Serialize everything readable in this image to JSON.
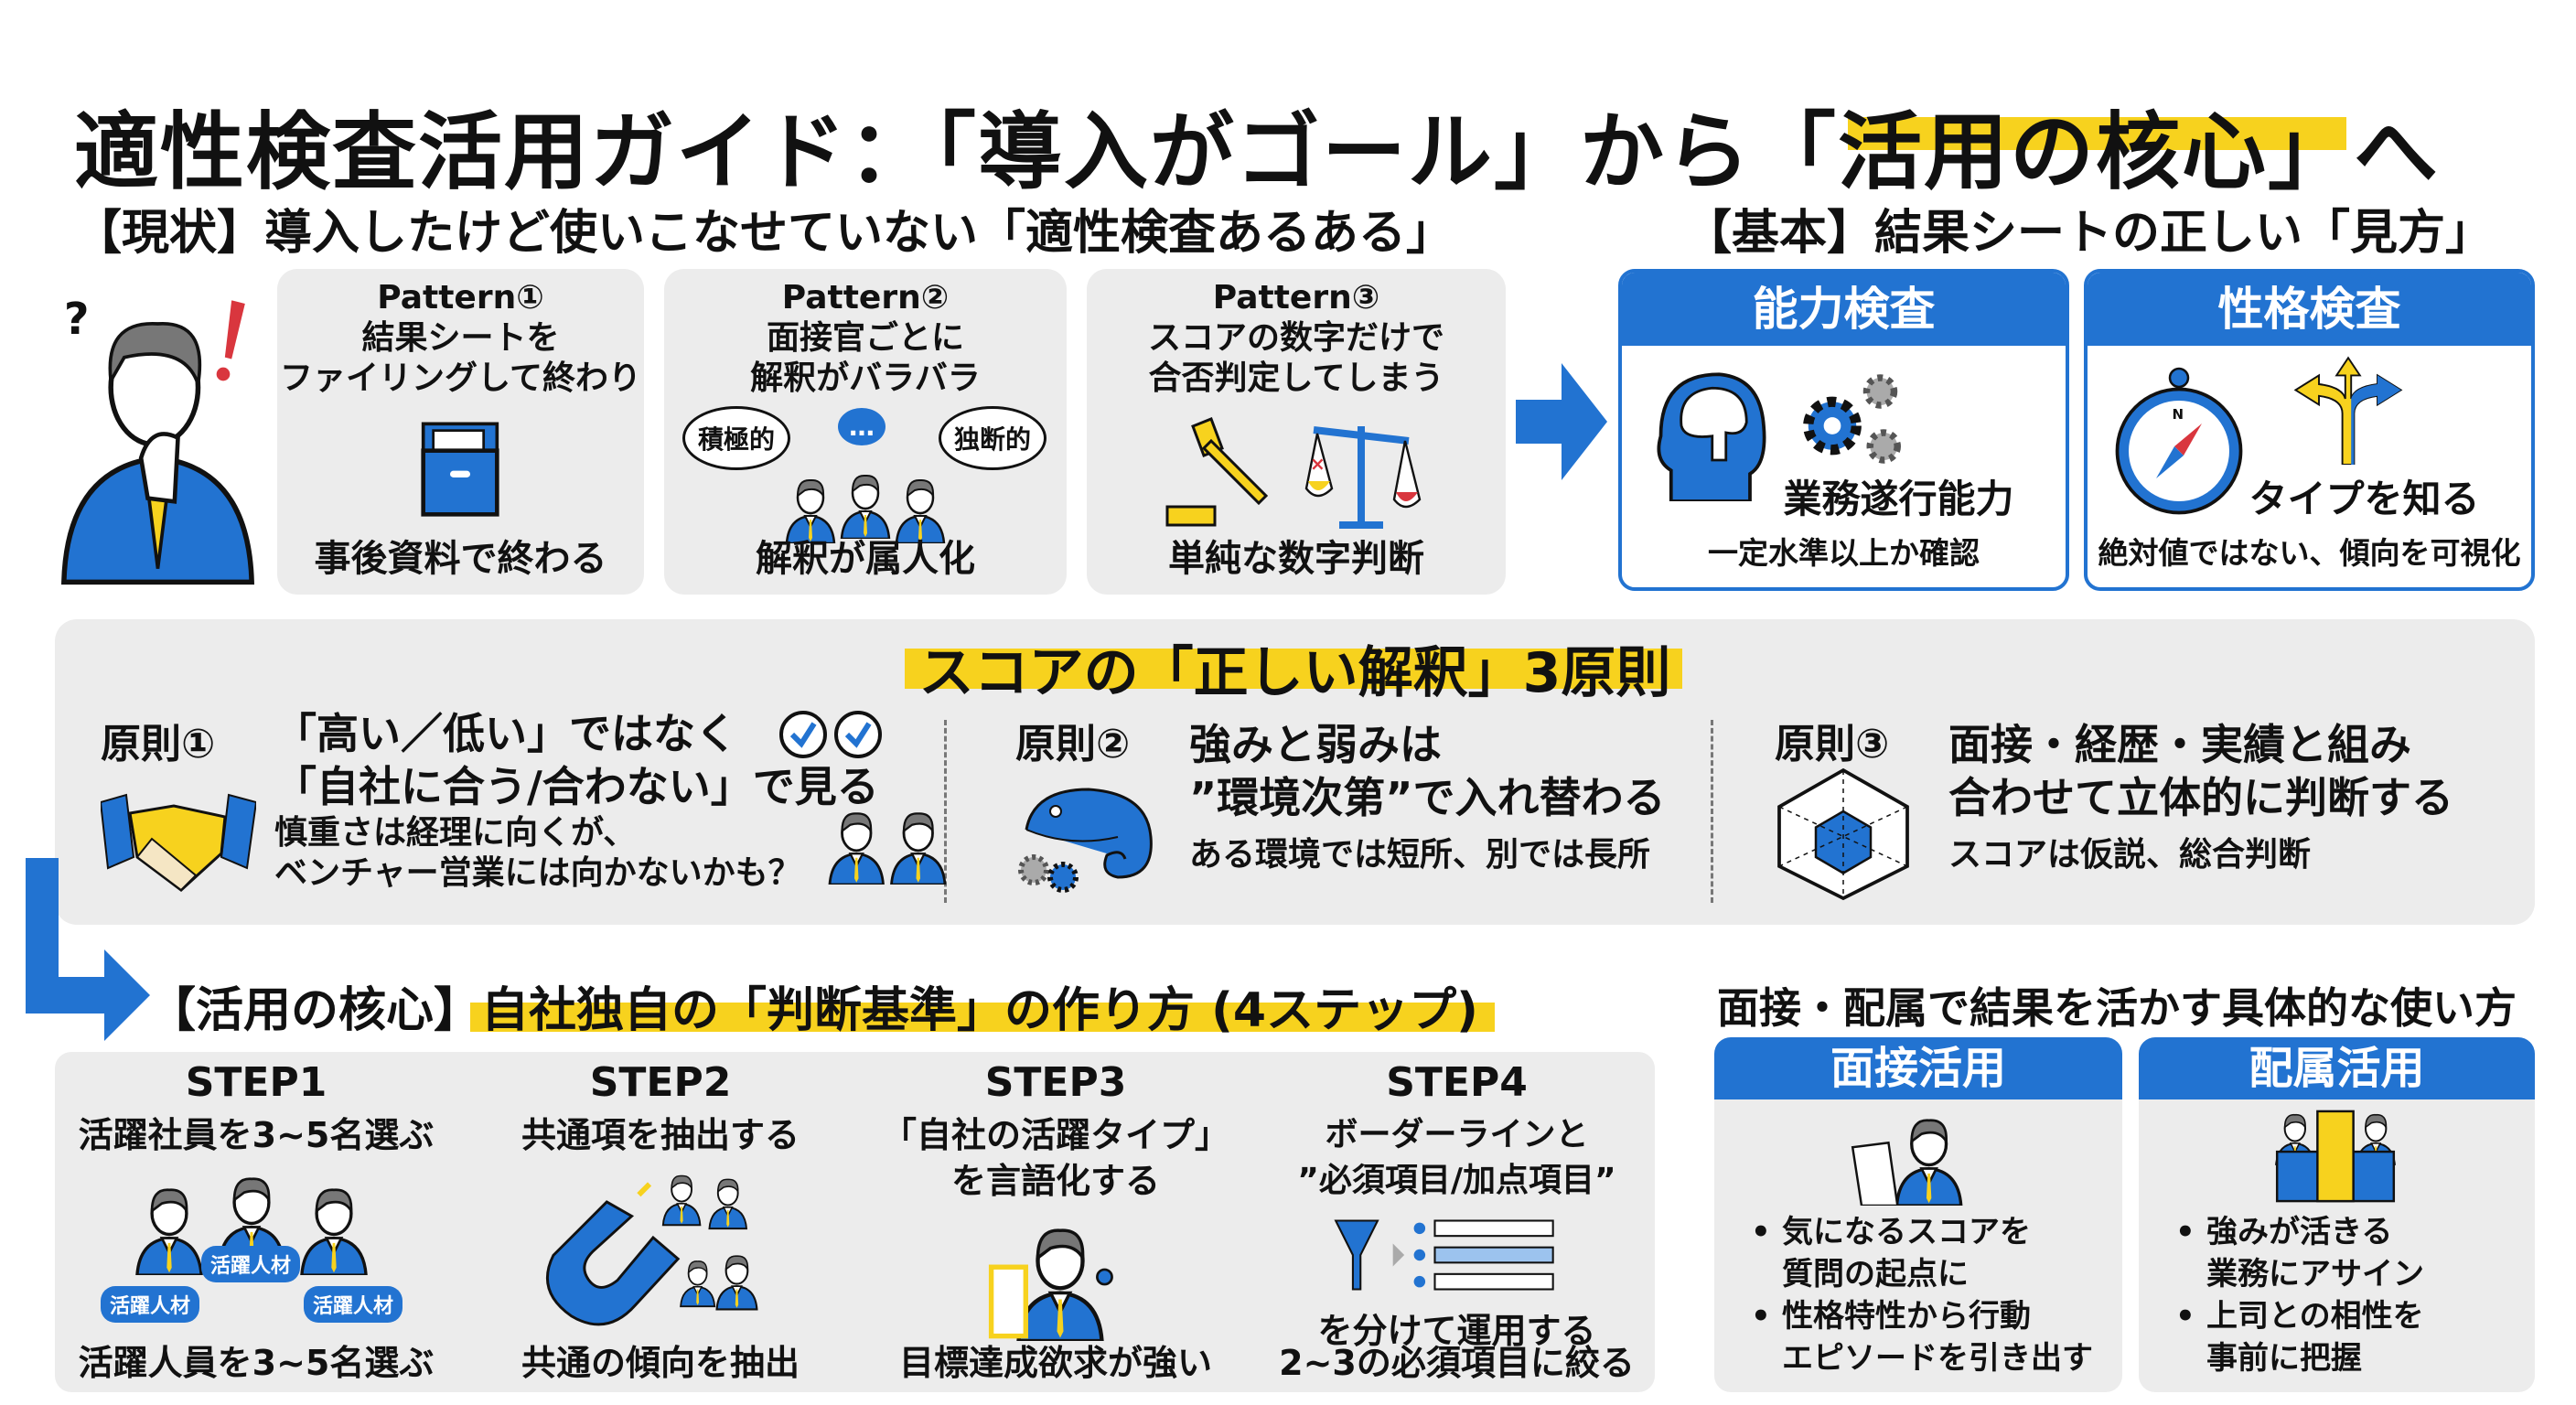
{
  "title": {
    "prefix": "適性検査活用ガイド：「導入がゴール」から",
    "highlight": "「活用の核心」",
    "suffix": "へ"
  },
  "current": {
    "heading": "【現状】導入したけど使いこなせていない「適性検査あるある」",
    "patterns": [
      {
        "label": "Pattern①",
        "lines": [
          "結果シートを",
          "ファイリングして終わり"
        ],
        "caption": "事後資料で終わる",
        "icon": "file-box-icon"
      },
      {
        "label": "Pattern②",
        "lines": [
          "面接官ごとに",
          "解釈がバラバラ"
        ],
        "caption": "解釈が属人化",
        "icon": "interviewers-icon",
        "bubbles": [
          "積極的",
          "…",
          "独断的"
        ]
      },
      {
        "label": "Pattern③",
        "lines": [
          "スコアの数字だけで",
          "合否判定してしまう"
        ],
        "caption": "単純な数字判断",
        "icon": "gavel-scale-icon"
      }
    ]
  },
  "basics": {
    "heading": "【基本】結果シートの正しい「見方」",
    "cards": [
      {
        "title": "能力検査",
        "line1": "業務遂行能力",
        "line2": "一定水準以上か確認",
        "icon": "brain-gears-icon"
      },
      {
        "title": "性格検査",
        "line1": "タイプを知る",
        "line2": "絶対値ではない、傾向を可視化",
        "icon": "compass-arrows-icon",
        "compass_n": "N"
      }
    ]
  },
  "principles": {
    "title": "スコアの「正しい解釈」3原則",
    "items": [
      {
        "label": "原則①",
        "lines": [
          "「高い／低い」ではなく",
          "「自社に合う/合わない」で見る"
        ],
        "sub": [
          "慎重さは経理に向くが、",
          "ベンチャー営業には向かないかも？"
        ],
        "icon": "handshake-icon"
      },
      {
        "label": "原則②",
        "lines": [
          "強みと弱みは",
          "”環境次第”で入れ替わる"
        ],
        "sub": [
          "ある環境では短所、別では長所"
        ],
        "icon": "chameleon-icon"
      },
      {
        "label": "原則③",
        "lines": [
          "面接・経歴・実績と組み",
          "合わせて立体的に判断する"
        ],
        "sub": [
          "スコアは仮説、総合判断"
        ],
        "icon": "cube-icon"
      }
    ]
  },
  "core": {
    "heading_prefix": "【活用の核心】",
    "heading_highlight": "自社独自の「判断基準」の作り方 (4ステップ)",
    "steps": [
      {
        "label": "STEP1",
        "lines": [
          "活躍社員を3~5名選ぶ"
        ],
        "caption": "活躍人員を3~5名選ぶ",
        "tags": [
          "活躍人材",
          "活躍人材",
          "活躍人材"
        ]
      },
      {
        "label": "STEP2",
        "lines": [
          "共通項を抽出する"
        ],
        "caption": "共通の傾向を抽出"
      },
      {
        "label": "STEP3",
        "lines": [
          "「自社の活躍タイプ」",
          "を言語化する"
        ],
        "caption": "目標達成欲求が強い"
      },
      {
        "label": "STEP4",
        "lines": [
          "ボーダーラインと",
          "”必須項目/加点項目”"
        ],
        "mid": "を分けて運用する",
        "caption": "2~3の必須項目に絞る"
      }
    ]
  },
  "usage": {
    "heading": "面接・配属で結果を活かす具体的な使い方",
    "cards": [
      {
        "title": "面接活用",
        "bullets": [
          [
            "気になるスコアを",
            "質問の起点に"
          ],
          [
            "性格特性から行動",
            "エピソードを引き出す"
          ]
        ]
      },
      {
        "title": "配属活用",
        "bullets": [
          [
            "強みが活きる",
            "業務にアサイン"
          ],
          [
            "上司との相性を",
            "事前に把握"
          ]
        ]
      }
    ]
  },
  "colors": {
    "blue": "#2273d1",
    "yellow": "#f7d21e",
    "panel": "#ececec",
    "red": "#d9363e"
  }
}
